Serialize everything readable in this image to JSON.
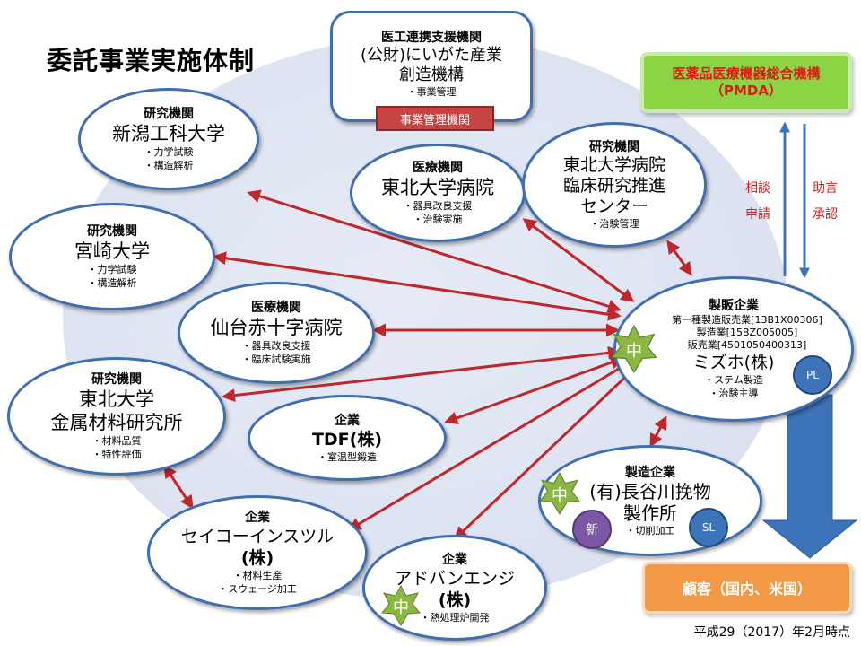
{
  "title": "委託事業実施体制",
  "management_org": {
    "label": "医工連携支援機関",
    "name1": "(公財)にいがた産業",
    "name2": "創造機構",
    "bullet": "・事業管理",
    "tag": "事業管理機関"
  },
  "pmda": {
    "line1": "医薬品医療機器総合機構",
    "line2": "（PMDA）"
  },
  "consult": {
    "l1": "相談",
    "l2": "申請",
    "r1": "助言",
    "r2": "承認"
  },
  "customer": "顧客（国内、米国）",
  "footnote": "平成29（2017）年2月時点",
  "nodes": {
    "niigata": {
      "label": "研究機関",
      "name": "新潟工科大学",
      "b1": "・力学試験",
      "b2": "・構造解析"
    },
    "miyazaki": {
      "label": "研究機関",
      "name": "宮崎大学",
      "b1": "・力学試験",
      "b2": "・構造解析"
    },
    "tohoku_hosp": {
      "label": "医療機関",
      "name": "東北大学病院",
      "b1": "・器具改良支援",
      "b2": "・治験実施"
    },
    "tohoku_crc": {
      "label": "研究機関",
      "name1": "東北大学病院",
      "name2": "臨床研究推進",
      "name3": "センター",
      "b1": "・治験管理"
    },
    "sendai": {
      "label": "医療機関",
      "name": "仙台赤十字病院",
      "b1": "・器具改良支援",
      "b2": "・臨床試験実施"
    },
    "imr": {
      "label": "研究機関",
      "name1": "東北大学",
      "name2": "金属材料研究所",
      "b1": "・材料品質",
      "b2": "・特性評価"
    },
    "tdf": {
      "label": "企業",
      "name": "TDF(株)",
      "b1": "・室温型鍛造"
    },
    "seiko": {
      "label": "企業",
      "name1": "セイコーインスツル",
      "name2": "(株)",
      "b1": "・材料生産",
      "b2": "・スウェージ加工"
    },
    "advan": {
      "label": "企業",
      "name1": "アドバンエンジ",
      "name2": "(株)",
      "b1": "・熱処理炉開発",
      "badge": "中"
    },
    "hasegawa": {
      "label": "製造企業",
      "name1": "(有)長谷川挽物",
      "name2": "製作所",
      "b1": "・切削加工",
      "badge_star": "中",
      "badge_new": "新",
      "badge_sl": "SL"
    },
    "mizuho": {
      "label": "製販企業",
      "r1": "第一種製造販売業[13B1X00306]",
      "r2": "製造業[15BZ005005]",
      "r3": "販売業[4501050400313]",
      "name": "ミズホ(株)",
      "b1": "・ステム製造",
      "b2": "・治験主導",
      "badge_star": "中",
      "badge_pl": "PL"
    }
  },
  "colors": {
    "accent_blue": "#3f6fb0",
    "arrow_red": "#c0262a",
    "pmda_green": "#8bd444",
    "customer_orange": "#f39844",
    "big_arrow": "#3d73b8"
  }
}
